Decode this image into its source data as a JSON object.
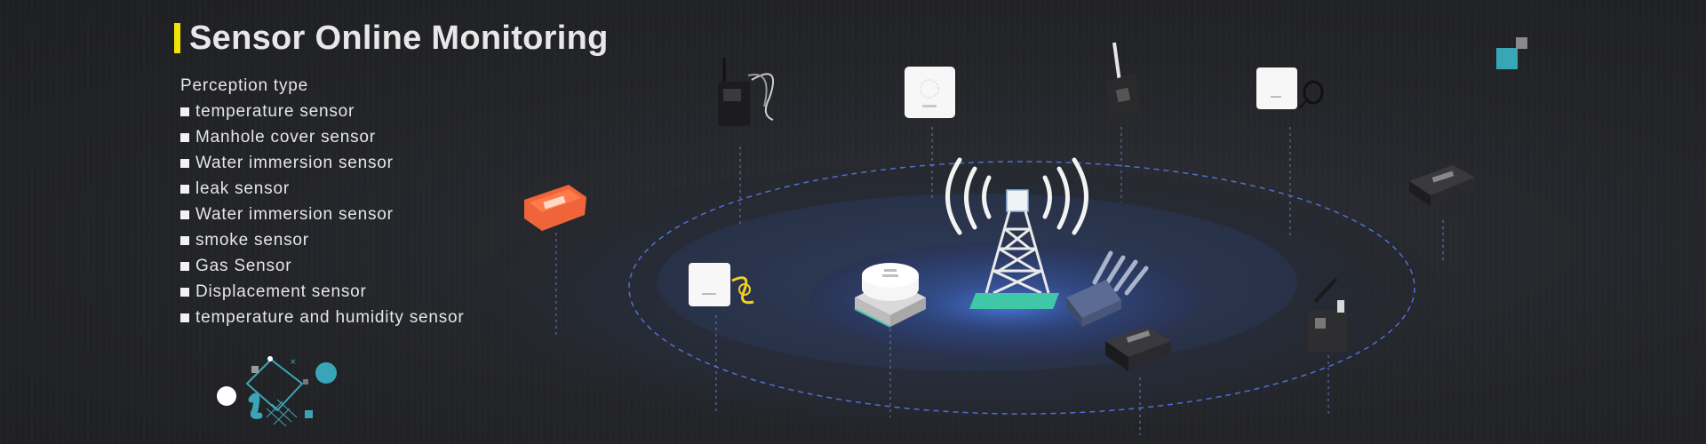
{
  "header": {
    "title": "Sensor Online Monitoring",
    "accent_color": "#f2e600"
  },
  "perception": {
    "heading": "Perception type",
    "items": [
      "temperature sensor",
      "Manhole cover sensor",
      "Water immersion sensor",
      "leak sensor",
      "Water immersion sensor",
      "smoke sensor",
      "Gas Sensor",
      "Displacement sensor",
      "temperature and humidity sensor"
    ]
  },
  "colors": {
    "background": "#222326",
    "ring_dash": "#4f6fd6",
    "tower_base": "#3fc7a8",
    "teal": "#39a6b8",
    "orange_sensor": "#f0643a"
  },
  "icons": [
    "signal-tower-icon",
    "gateway-router-icon",
    "smoke-detector-icon",
    "corner-squares-icon",
    "decor-square-icon"
  ]
}
